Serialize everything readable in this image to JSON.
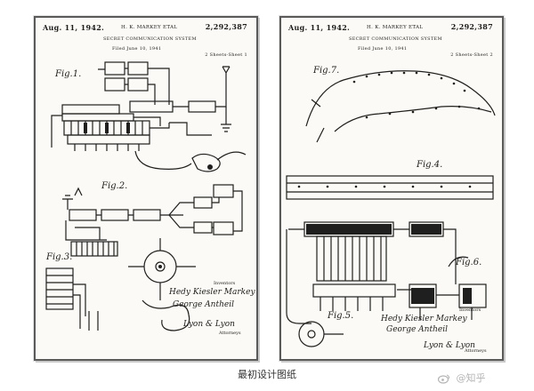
{
  "sheets": [
    {
      "date": "Aug. 11, 1942.",
      "inventor": "H. K. MARKEY ETAL",
      "patent_no": "2,292,387",
      "title": "SECRET COMMUNICATION SYSTEM",
      "filed": "Filed June 10, 1941",
      "sheet_note": "2 Sheets-Sheet 1",
      "fig_labels": [
        "Fig.1.",
        "Fig.2.",
        "Fig.3."
      ],
      "inventors_label": "Inventors",
      "signature_1": "Hedy Kiesler Markey",
      "signature_2": "George Antheil",
      "attorney": "Lyon & Lyon",
      "attorneys_label": "Attorneys"
    },
    {
      "date": "Aug. 11, 1942.",
      "inventor": "H. K. MARKEY ETAL",
      "patent_no": "2,292,387",
      "title": "SECRET COMMUNICATION SYSTEM",
      "filed": "Filed June 10, 1941",
      "sheet_note": "2 Sheets-Sheet 2",
      "fig_labels": [
        "Fig.7.",
        "Fig.4.",
        "Fig.5.",
        "Fig.6."
      ],
      "inventors_label": "Inventors",
      "signature_1": "Hedy Kiesler Markey",
      "signature_2": "George Antheil",
      "attorney": "Lyon & Lyon",
      "attorneys_label": "Attorneys"
    }
  ],
  "caption": "最初设计图纸",
  "watermark": "@知乎"
}
